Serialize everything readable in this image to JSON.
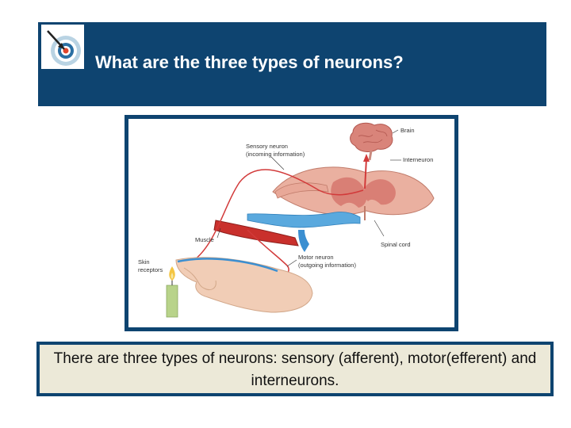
{
  "slide": {
    "title": "What are the three types of neurons?",
    "icon": "target-arrow-icon",
    "answer": "There are three types of neurons: sensory (afferent), motor(efferent) and interneurons."
  },
  "figure": {
    "labels": {
      "brain": "Brain",
      "sensory_neuron": "Sensory neuron",
      "sensory_neuron_sub": "(incoming information)",
      "interneuron": "Interneuron",
      "muscle": "Muscle",
      "spinal_cord": "Spinal cord",
      "skin_receptors_1": "Skin",
      "skin_receptors_2": "receptors",
      "motor_neuron": "Motor neuron",
      "motor_neuron_sub": "(outgoing information)"
    }
  },
  "colors": {
    "header": "#0e4470",
    "answer_bg": "#ece9d8",
    "sensory": "#d23a3a",
    "motor": "#3b8fd1"
  }
}
